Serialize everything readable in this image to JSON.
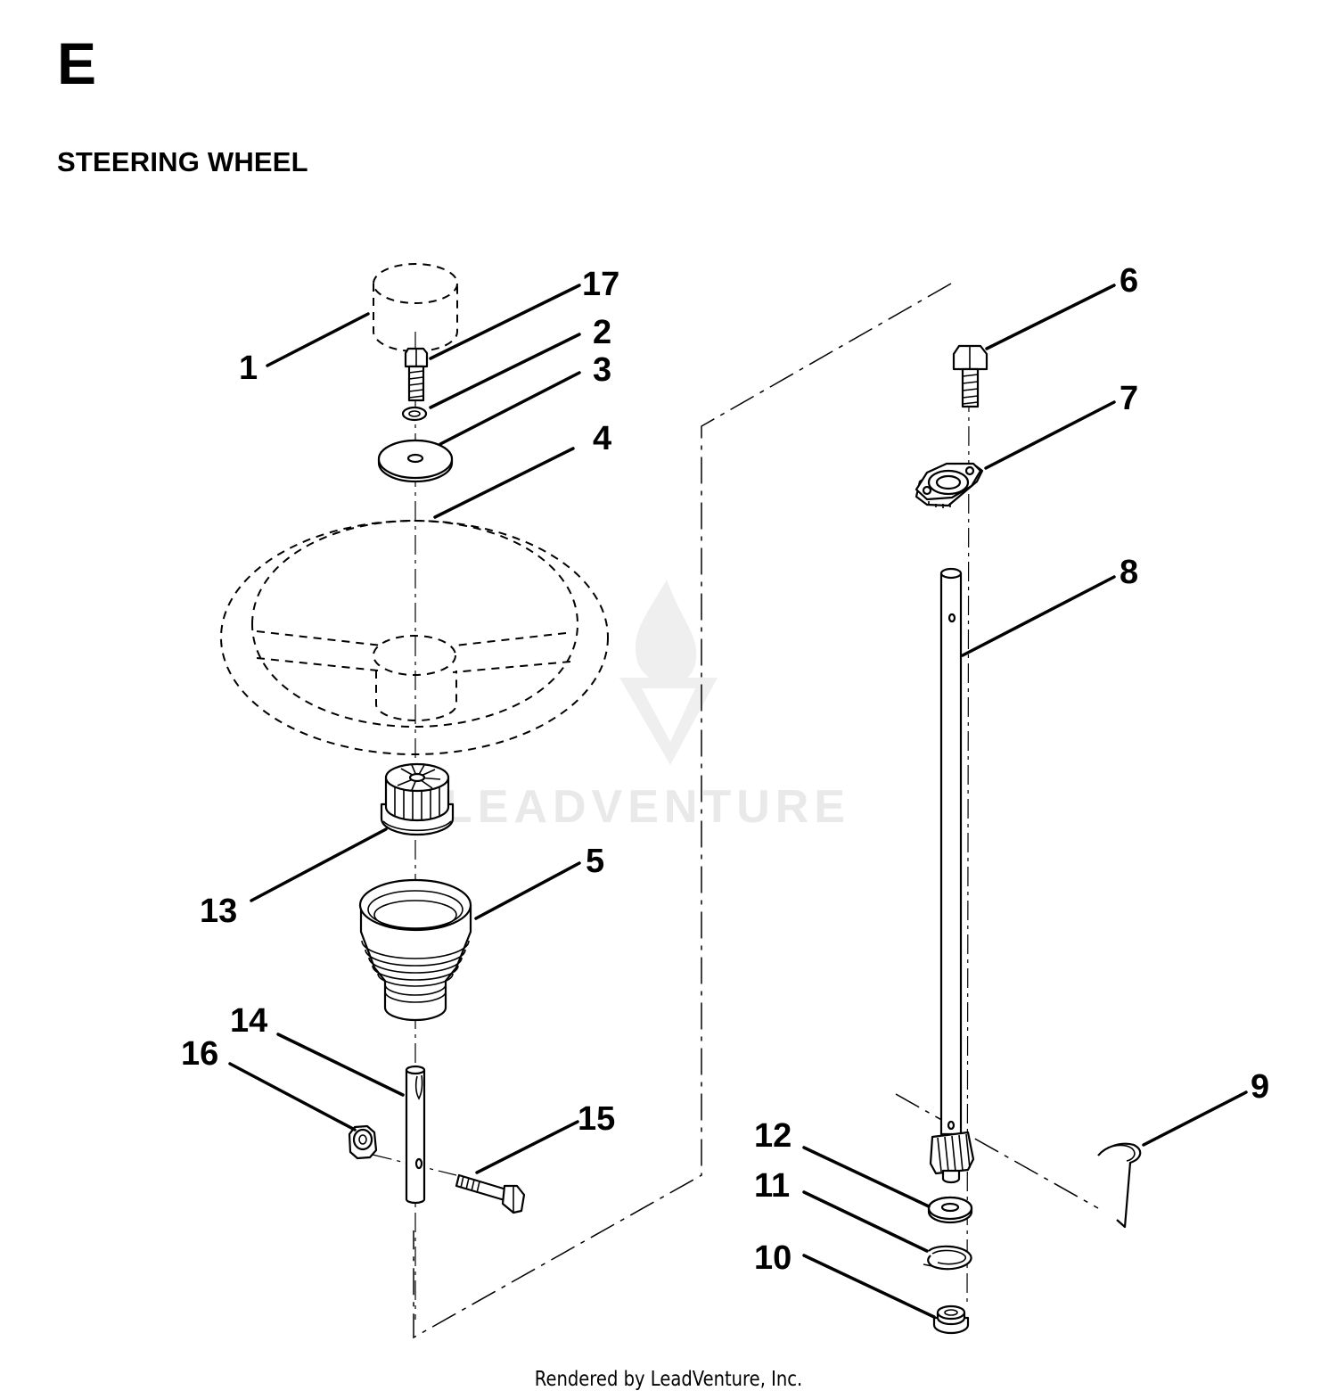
{
  "section_letter": "E",
  "title": "STEERING WHEEL",
  "watermark": "LEADVENTURE",
  "footer": "Rendered by LeadVenture, Inc.",
  "callouts": {
    "c1": "1",
    "c2": "2",
    "c3": "3",
    "c4": "4",
    "c5": "5",
    "c6": "6",
    "c7": "7",
    "c8": "8",
    "c9": "9",
    "c10": "10",
    "c11": "11",
    "c12": "12",
    "c13": "13",
    "c14": "14",
    "c15": "15",
    "c16": "16",
    "c17": "17"
  }
}
